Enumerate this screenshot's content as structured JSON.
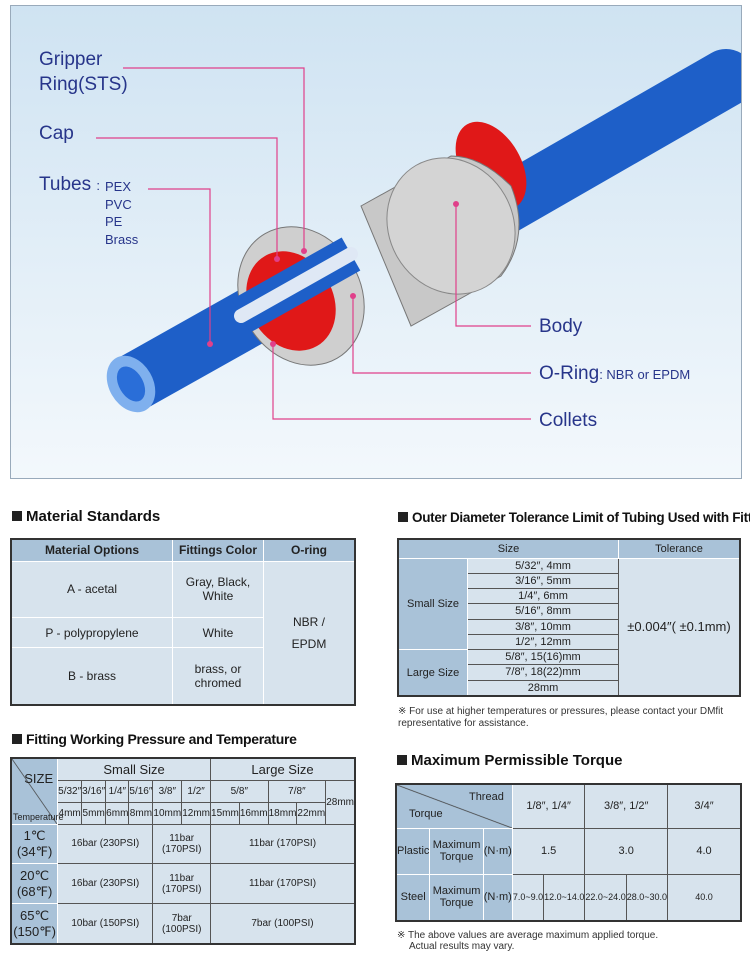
{
  "diagram": {
    "labels": {
      "gripper": "Gripper",
      "gripper2": "Ring(STS)",
      "cap": "Cap",
      "tubes": "Tubes",
      "tubes_colon": ":",
      "tube_types": [
        "PEX",
        "PVC",
        "PE",
        "Brass"
      ],
      "body": "Body",
      "oring": "O-Ring",
      "oring_sub": ": NBR or EPDM",
      "collets": "Collets"
    },
    "colors": {
      "tube": "#1e5fc8",
      "body": "#c8c8c8",
      "cap_ring": "#e01818",
      "leader": "#e0408a",
      "label": "#27358a"
    }
  },
  "material": {
    "title": "Material Standards",
    "headers": [
      "Material Options",
      "Fittings Color",
      "O-ring"
    ],
    "rows": [
      [
        "A - acetal",
        "Gray, Black, White"
      ],
      [
        "P - polypropylene",
        "White"
      ],
      [
        "B - brass",
        "brass, or chromed"
      ]
    ],
    "oring": "NBR / EPDM"
  },
  "pressure": {
    "title": "Fitting Working Pressure and Temperature",
    "size_label": "SIZE",
    "temp_label": "Temperature",
    "small": "Small Size",
    "large": "Large Size",
    "inch": [
      "5/32″",
      "3/16″",
      "1/4″",
      "5/16″",
      "3/8″",
      "1/2″",
      "5/8″",
      "7/8″",
      "28mm"
    ],
    "mm": [
      "4mm",
      "5mm",
      "6mm",
      "8mm",
      "10mm",
      "12mm",
      "15mm",
      "16mm",
      "18mm",
      "22mm"
    ],
    "rows": [
      {
        "c": "1℃",
        "f": "(34℉)",
        "a": "16bar (230PSI)",
        "b": "11bar (170PSI)",
        "l": "11bar (170PSI)"
      },
      {
        "c": "20℃",
        "f": "(68℉)",
        "a": "16bar (230PSI)",
        "b": "11bar (170PSI)",
        "l": "11bar (170PSI)"
      },
      {
        "c": "65℃",
        "f": "(150℉)",
        "a": "10bar (150PSI)",
        "b": "7bar (100PSI)",
        "l": "7bar (100PSI)"
      }
    ]
  },
  "tolerance": {
    "title": "Outer Diameter Tolerance Limit of Tubing Used with Fittings",
    "headers": [
      "Size",
      "Tolerance"
    ],
    "small": "Small Size",
    "large": "Large Size",
    "small_sizes": [
      "5/32″, 4mm",
      "3/16″, 5mm",
      "1/4″, 6mm",
      "5/16″, 8mm",
      "3/8″, 10mm",
      "1/2″, 12mm"
    ],
    "large_sizes": [
      "5/8″, 15(16)mm",
      "7/8″, 18(22)mm",
      "28mm"
    ],
    "value": "±0.004″( ±0.1mm)",
    "note": "※ For use at higher temperatures or pressures, please contact your DMfit representative for assistance."
  },
  "torque": {
    "title": "Maximum Permissible Torque",
    "thread": "Thread",
    "torque": "Torque",
    "threads": [
      "1/8″, 1/4″",
      "3/8″, 1/2″",
      "3/4″"
    ],
    "max": "Maximum Torque",
    "unit": "(N·m)",
    "plastic": {
      "label": "Plastic",
      "values": [
        "1.5",
        "3.0",
        "4.0"
      ]
    },
    "steel": {
      "label": "Steel",
      "values": [
        "7.0~9.0",
        "12.0~14.0",
        "22.0~24.0",
        "28.0~30.0",
        "40.0"
      ]
    },
    "note1": "※ The above values are average maximum applied torque.",
    "note2": "Actual results may vary."
  }
}
